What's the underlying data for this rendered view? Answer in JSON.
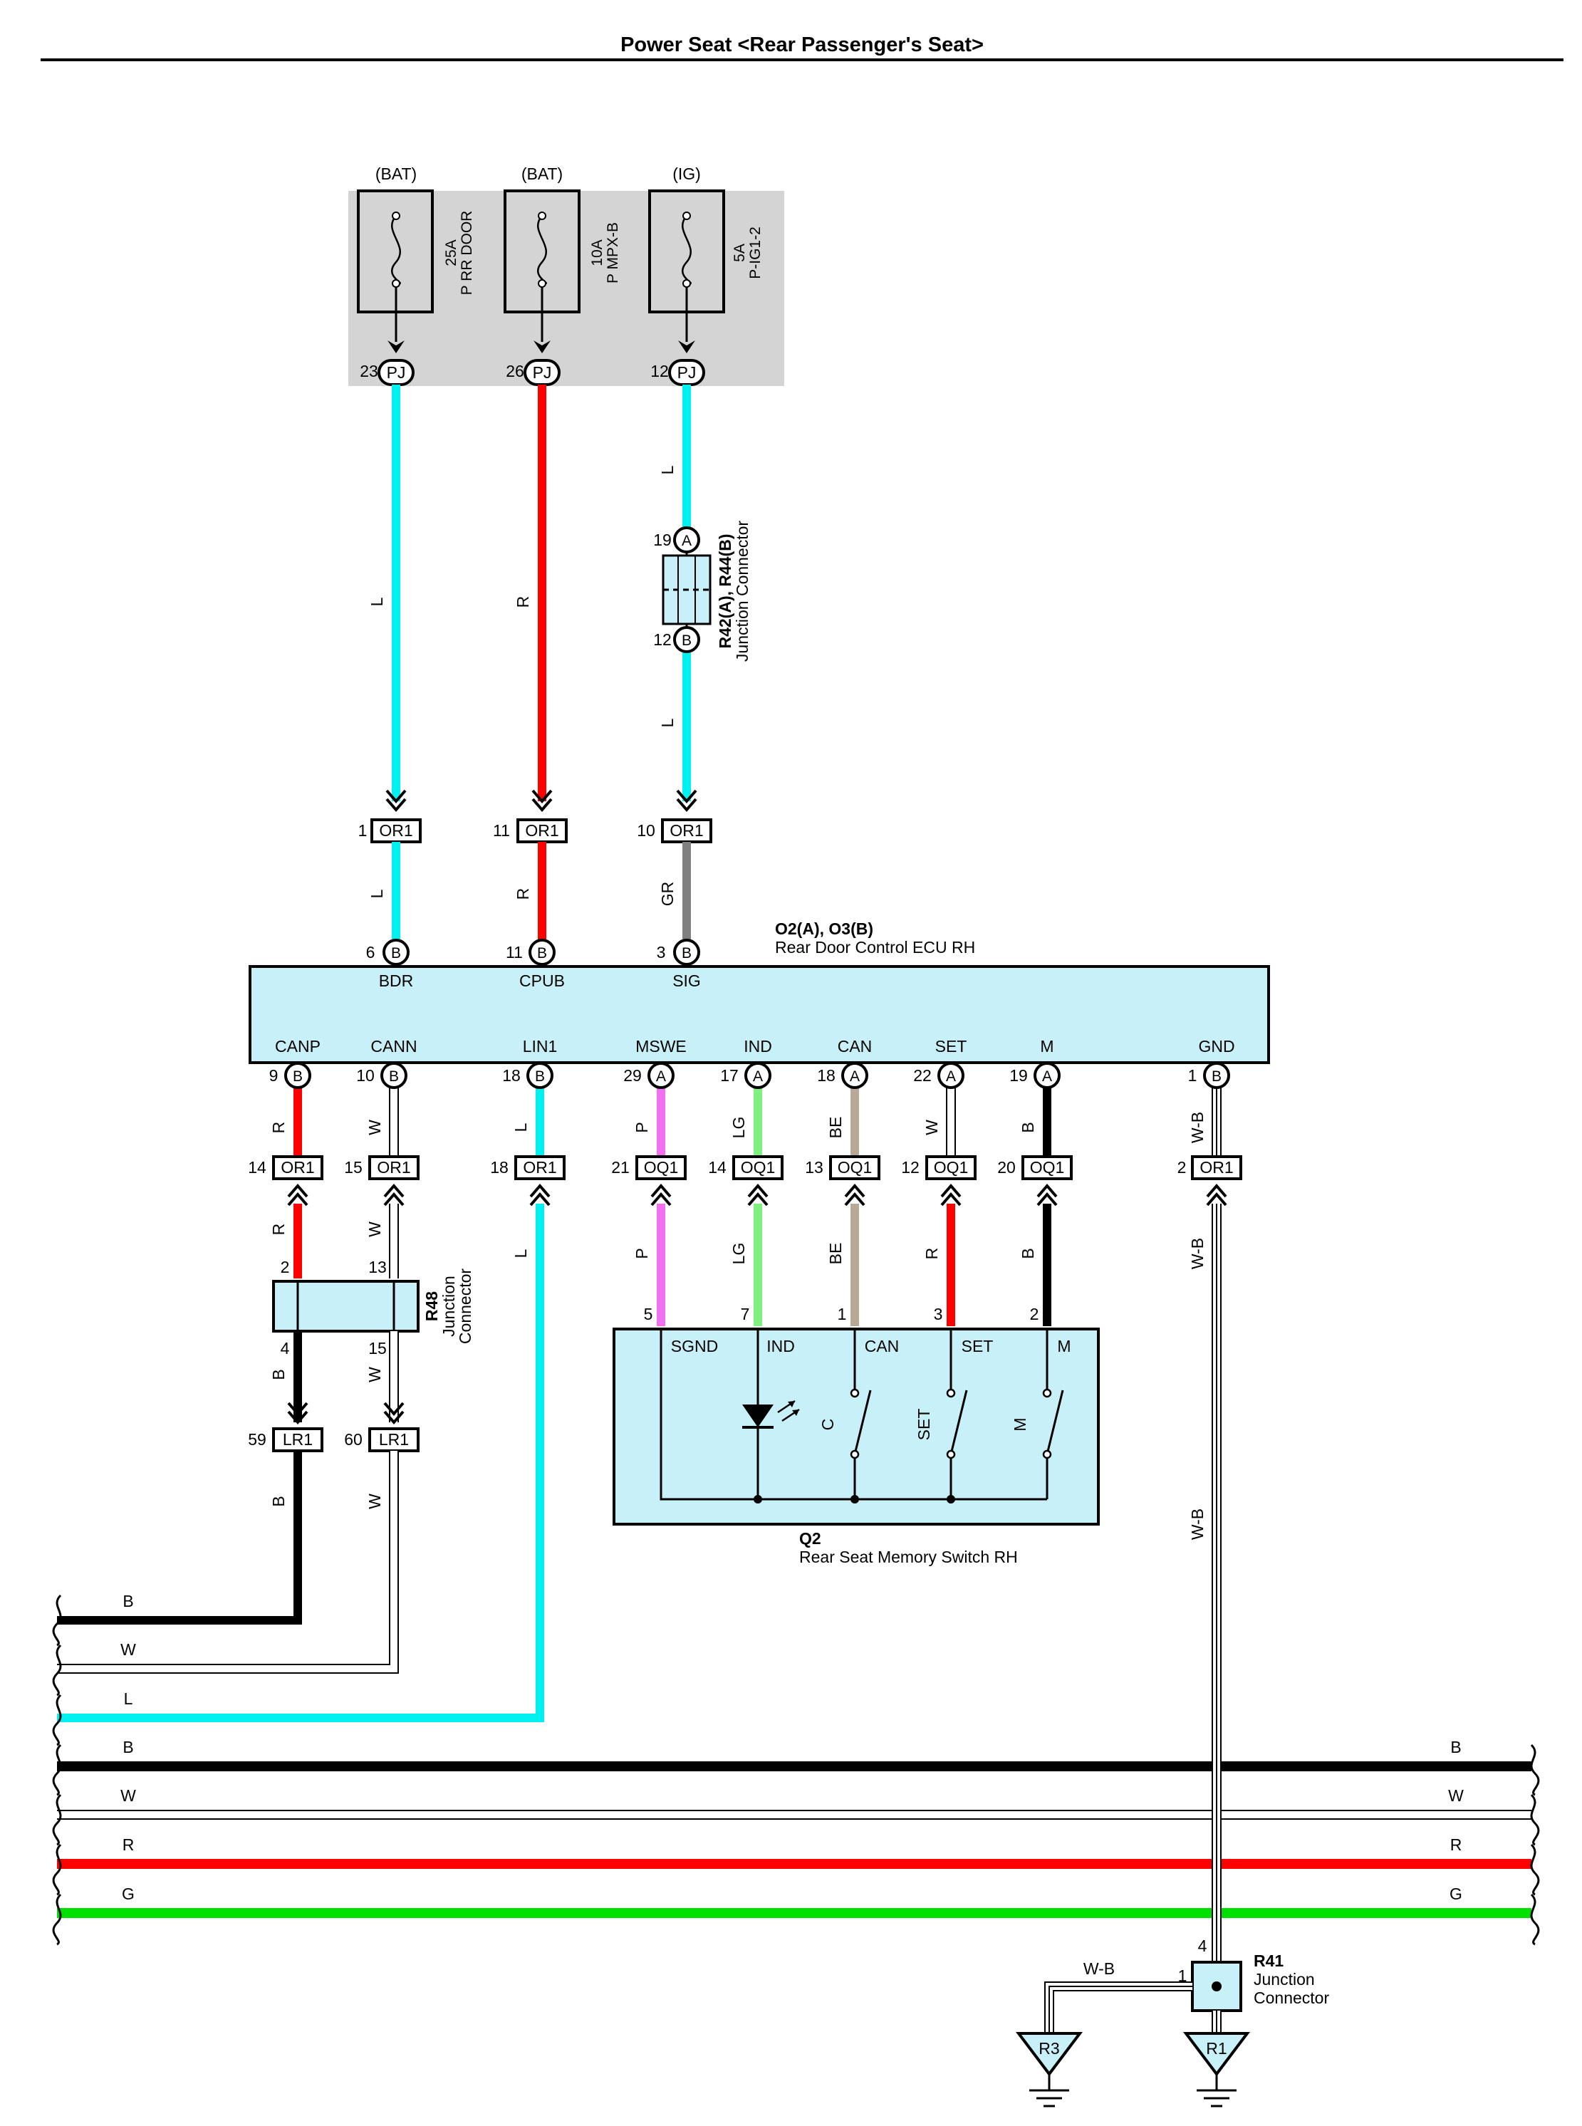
{
  "title": "Power Seat <Rear Passenger's Seat>",
  "fuses": [
    {
      "source": "(BAT)",
      "rating": "25A",
      "name": "P RR DOOR",
      "pin": "23",
      "connector": "PJ"
    },
    {
      "source": "(BAT)",
      "rating": "10A",
      "name": "P MPX-B",
      "pin": "26",
      "connector": "PJ"
    },
    {
      "source": "(IG)",
      "rating": "5A",
      "name": "P-IG1-2",
      "pin": "12",
      "connector": "PJ"
    }
  ],
  "junction_r42": {
    "name": "R42(A), R44(B)",
    "desc": "Junction Connector",
    "pin_top": "19",
    "conn_top": "A",
    "pin_bottom": "12",
    "conn_bottom": "B"
  },
  "ecu": {
    "name": "O2(A), O3(B)",
    "desc": "Rear Door Control ECU RH",
    "top_terminals": [
      {
        "label": "BDR",
        "pin": "6",
        "conn": "B"
      },
      {
        "label": "CPUB",
        "pin": "11",
        "conn": "B"
      },
      {
        "label": "SIG",
        "pin": "3",
        "conn": "B"
      }
    ],
    "bottom_terminals": [
      {
        "label": "CANP",
        "pin": "9",
        "conn": "B"
      },
      {
        "label": "CANN",
        "pin": "10",
        "conn": "B"
      },
      {
        "label": "LIN1",
        "pin": "18",
        "conn": "B"
      },
      {
        "label": "MSWE",
        "pin": "29",
        "conn": "A"
      },
      {
        "label": "IND",
        "pin": "17",
        "conn": "A"
      },
      {
        "label": "CAN",
        "pin": "18",
        "conn": "A"
      },
      {
        "label": "SET",
        "pin": "22",
        "conn": "A"
      },
      {
        "label": "M",
        "pin": "19",
        "conn": "A"
      },
      {
        "label": "GND",
        "pin": "1",
        "conn": "B"
      }
    ]
  },
  "upper_connectors": [
    {
      "pin": "1",
      "name": "OR1"
    },
    {
      "pin": "11",
      "name": "OR1"
    },
    {
      "pin": "10",
      "name": "OR1"
    }
  ],
  "lower_connectors": [
    {
      "pin": "14",
      "name": "OR1"
    },
    {
      "pin": "15",
      "name": "OR1"
    },
    {
      "pin": "18",
      "name": "OR1"
    },
    {
      "pin": "21",
      "name": "OQ1"
    },
    {
      "pin": "14",
      "name": "OQ1"
    },
    {
      "pin": "13",
      "name": "OQ1"
    },
    {
      "pin": "12",
      "name": "OQ1"
    },
    {
      "pin": "20",
      "name": "OQ1"
    },
    {
      "pin": "2",
      "name": "OR1"
    }
  ],
  "wire_colors": {
    "L": "#00f0f0",
    "R": "#ff0000",
    "GR": "#808080",
    "P": "#f070f0",
    "LG": "#80f080",
    "BE": "#b8a898",
    "B": "#000000",
    "W": "#ffffff",
    "G": "#00e000"
  },
  "wire_labels": {
    "top_left": "L",
    "top_mid": "R",
    "top_right_a": "L",
    "top_right_b": "L",
    "mid_left": "L",
    "mid_mid": "R",
    "mid_right": "GR",
    "low": [
      "R",
      "W",
      "L",
      "P",
      "LG",
      "BE",
      "W",
      "B",
      "W-B"
    ],
    "low2": [
      "R",
      "W",
      "L",
      "P",
      "LG",
      "BE",
      "R",
      "B",
      "W-B"
    ],
    "r48_out": [
      "B",
      "W"
    ],
    "lr1_out": [
      "B",
      "W"
    ],
    "gnd_lower": "W-B"
  },
  "junction_r48": {
    "name": "R48",
    "desc1": "Junction",
    "desc2": "Connector",
    "pins_in": [
      "2",
      "13"
    ],
    "pins_out": [
      "4",
      "15"
    ]
  },
  "lr1_connectors": [
    {
      "pin": "59",
      "name": "LR1"
    },
    {
      "pin": "60",
      "name": "LR1"
    }
  ],
  "switch_q2": {
    "name": "Q2",
    "desc": "Rear Seat Memory Switch RH",
    "pins": [
      "5",
      "7",
      "1",
      "3",
      "2"
    ],
    "terminals": [
      "SGND",
      "IND",
      "CAN",
      "SET",
      "M"
    ],
    "switches": [
      "C",
      "SET",
      "M"
    ]
  },
  "bus_labels_left": [
    "B",
    "W",
    "L",
    "B",
    "W",
    "R",
    "G"
  ],
  "bus_labels_right": [
    "B",
    "W",
    "R",
    "G"
  ],
  "junction_r41": {
    "name": "R41",
    "desc1": "Junction",
    "desc2": "Connector",
    "pin_top": "4",
    "pin_left": "1",
    "wire": "W-B"
  },
  "grounds": [
    "R3",
    "R1"
  ]
}
